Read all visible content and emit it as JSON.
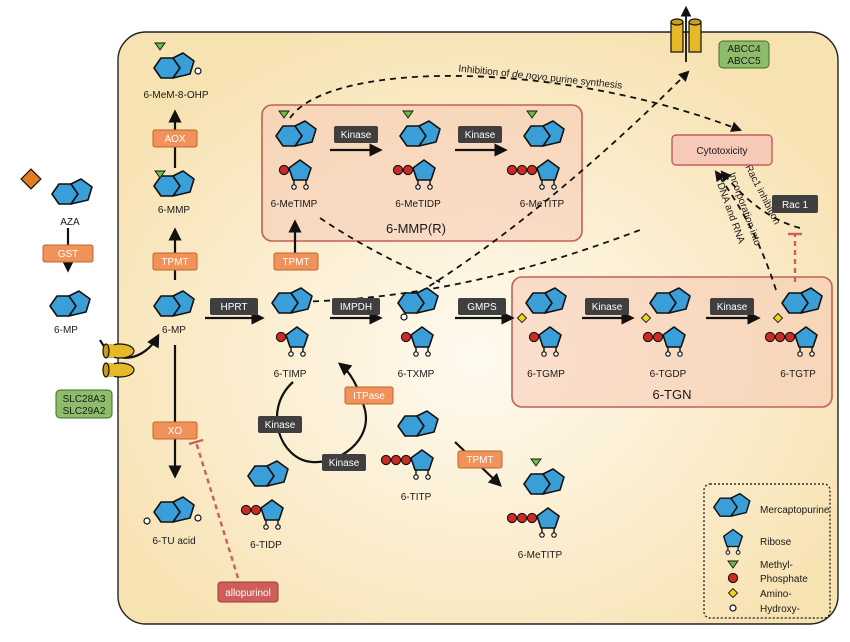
{
  "colors": {
    "ring": "#3a9fd9",
    "phosphate": "#cc2a22",
    "methyl": "#6dbb4a",
    "amino": "#f1d21b",
    "orange_box": "#f0925a",
    "dark_box": "#3f3f3f",
    "green_box": "#8dbd6a",
    "red_box": "#cf5e5a",
    "cell_fill": "#f9e7bd",
    "zone_fill": "#f5c9b5"
  },
  "compounds": {
    "aza": "AZA",
    "mp_out": "6-MP",
    "mp_in": "6-MP",
    "mmp": "6-MMP",
    "memohp": "6-MeM-8-OHP",
    "tu": "6-TU acid",
    "timp": "6-TIMP",
    "txmp": "6-TXMP",
    "tidp": "6-TIDP",
    "titp": "6-TITP",
    "metitp_bottom": "6-MeTITP",
    "metimp": "6-MeTIMP",
    "metidp": "6-MeTIDP",
    "metitp_top": "6-MeTITP",
    "tgmp": "6-TGMP",
    "tgdp": "6-TGDP",
    "tgtp": "6-TGTP"
  },
  "enzymes": {
    "gst": "GST",
    "tpmt1": "TPMT",
    "tpmt2": "TPMT",
    "tpmt3": "TPMT",
    "aox": "AOX",
    "xo": "XO",
    "itpase": "ITPase",
    "hprt": "HPRT",
    "impdh": "IMPDH",
    "gmps": "GMPS",
    "kinase_mmp1": "Kinase",
    "kinase_mmp2": "Kinase",
    "kinase_tgn1": "Kinase",
    "kinase_tgn2": "Kinase",
    "kinase_loop1": "Kinase",
    "kinase_loop2": "Kinase",
    "rac1": "Rac 1"
  },
  "transporters": {
    "in_line1": "SLC28A3",
    "in_line2": "SLC29A2",
    "out_line1": "ABCC4",
    "out_line2": "ABCC5"
  },
  "inhibitor": "allopurinol",
  "zones": {
    "mmp": "6-MMP(R)",
    "tgn": "6-TGN"
  },
  "outcome": "Cytotoxicity",
  "annotations": {
    "denovo_prefix": "Inhibition of ",
    "denovo_italic": "de novo",
    "denovo_suffix": " purine synthesis",
    "rac1_inhibition": "Rac1 inhibition",
    "incorp_line1": "Incorporation into",
    "incorp_line2": "DNA and RNA"
  },
  "legend": {
    "mercaptopurine": "Mercaptopurine",
    "ribose": "Ribose",
    "methyl": "Methyl-",
    "phosphate": "Phosphate",
    "amino": "Amino-",
    "hydroxy": "Hydroxy-"
  }
}
